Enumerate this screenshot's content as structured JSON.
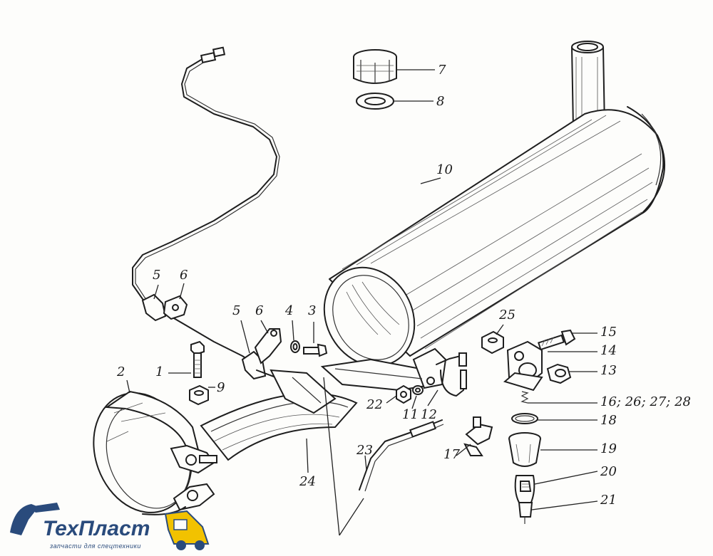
{
  "diagram": {
    "labels": {
      "n1": "1",
      "n2": "2",
      "n3": "3",
      "n4": "4",
      "n5a": "5",
      "n5b": "5",
      "n6a": "6",
      "n6b": "6",
      "n7": "7",
      "n8": "8",
      "n9": "9",
      "n10": "10",
      "n11": "11",
      "n12": "12",
      "n13": "13",
      "n14": "14",
      "n15": "15",
      "n16": "16; 26; 27; 28",
      "n17": "17",
      "n18": "18",
      "n19": "19",
      "n20": "20",
      "n21": "21",
      "n22": "22",
      "n23": "23",
      "n24": "24",
      "n25": "25"
    }
  },
  "logo": {
    "brand": "ТехПласт",
    "tagline": "запчасти для спецтехники",
    "brand_color": "#2a4b7c",
    "accent_color": "#f2c200"
  }
}
